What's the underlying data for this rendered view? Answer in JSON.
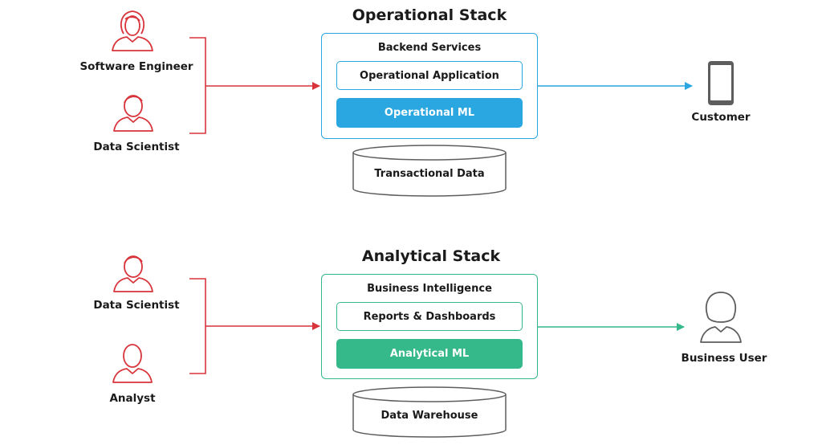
{
  "colors": {
    "red": "#d8343b",
    "blue": "#2aa6e0",
    "green": "#35b88a",
    "gray": "#5d5d5d"
  },
  "operational": {
    "title": "Operational Stack",
    "frame_title": "Backend Services",
    "app_label": "Operational Application",
    "ml_label": "Operational ML",
    "db_label": "Transactional Data",
    "roles": [
      "Software Engineer",
      "Data Scientist"
    ],
    "role_icons": [
      "female-user-icon",
      "user-icon"
    ],
    "consumer": "Customer",
    "consumer_icon": "smartphone-icon"
  },
  "analytical": {
    "title": "Analytical Stack",
    "frame_title": "Business Intelligence",
    "app_label": "Reports & Dashboards",
    "ml_label": "Analytical ML",
    "db_label": "Data Warehouse",
    "roles": [
      "Data Scientist",
      "Analyst"
    ],
    "role_icons": [
      "user-icon",
      "user-icon"
    ],
    "consumer": "Business User",
    "consumer_icon": "user-icon"
  }
}
